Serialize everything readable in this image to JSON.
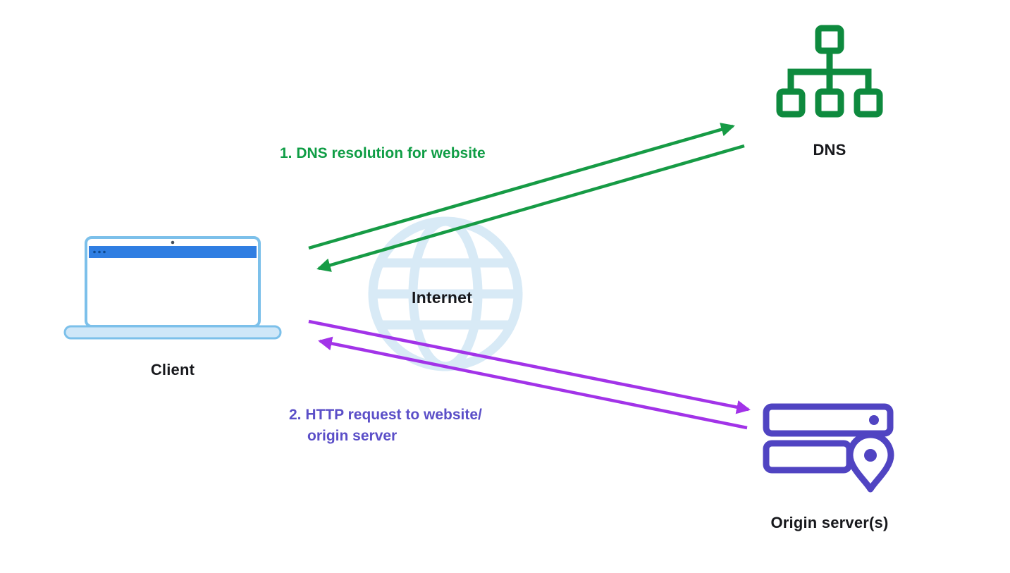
{
  "diagram": {
    "background": "#ffffff",
    "type": "network-flow-diagram"
  },
  "nodes": {
    "client": {
      "label": "Client"
    },
    "dns": {
      "label": "DNS"
    },
    "internet": {
      "label": "Internet"
    },
    "origin_server": {
      "label": "Origin server(s)"
    }
  },
  "flows": {
    "dns_resolution": {
      "label": "1. DNS resolution for website",
      "color": "#0f9d45"
    },
    "http_request": {
      "label_line1": "2. HTTP request to website/",
      "label_line2": "origin server",
      "color": "#5b4fc8"
    }
  },
  "icons": {
    "client": "laptop-icon",
    "dns": "dns-tree-icon",
    "internet": "globe-icon",
    "origin_server": "server-stack-icon",
    "origin_server_pin": "location-pin-icon"
  },
  "colors": {
    "green_icon": "#0e8a3e",
    "green_arrow": "#169b45",
    "green_text": "#0f9d45",
    "purple_icon": "#5044c2",
    "purple_arrow": "#a233e8",
    "purple_text": "#5b4fc8",
    "laptop_bar_blue": "#2f7ee2",
    "laptop_light_blue": "#cfe7f8",
    "laptop_outline_blue": "#7cc0ea",
    "globe_light_blue": "#d8eaf6",
    "label_text": "#17181c"
  }
}
